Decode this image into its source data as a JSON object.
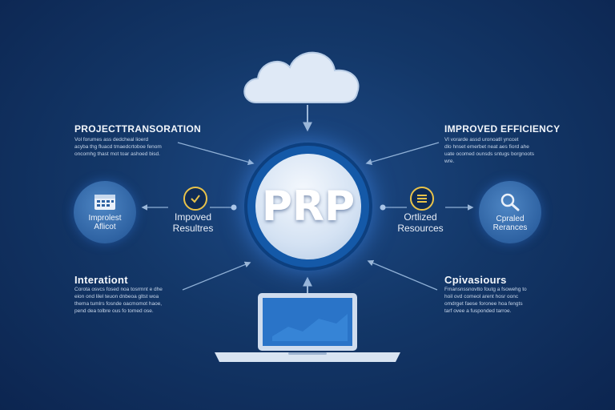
{
  "center": {
    "label": "PRP"
  },
  "top_left": {
    "title": "PROJECTTRANSORATION",
    "body": "Vol forumes ass dedcheal lioerd\nacyba thg fluacd tmaedcrtoboe fenom\noncomhg thast mot toar ashoed bisd."
  },
  "top_right": {
    "title": "IMPROVED EFFICIENCY",
    "body": "Vl vorarde assd uronoatll ynccet\ndlo hnset emerbet neat aes fiord ahe\nuate ocomed ounsds sntugs borgnoots\nwre."
  },
  "bottom_left": {
    "title": "Interationt",
    "body": "Corota osvcs fosed noa tosrmnt e dhe\neion ond lilel teuon dnbeoa gltst woa\nthema tumlrs fosnde oacmomot haoe,\npend dea tolbre ous fo tomed ose."
  },
  "bottom_right": {
    "title": "Cpivasiours",
    "body": "Fmansnssnovtto foutg a fsowehg to\nhoil ovd comeol arent hosr oonc\nomdrget faese foronee hoa fengts\ntarf ovee a fusponded tarroe."
  },
  "left_node": {
    "label": "Improlest\nAflicot",
    "icon": "calendar-grid-icon"
  },
  "right_node": {
    "label": "Cpraled\nRerances",
    "icon": "magnifier-icon"
  },
  "left_mid": {
    "label": "Impoved\nResultres",
    "icon": "check-badge-icon"
  },
  "right_mid": {
    "label": "Ortlized\nResources",
    "icon": "list-badge-icon"
  },
  "top_icon": "cloud-icon",
  "bottom_icon": "laptop-icon",
  "colors": {
    "background": "#133768",
    "hub_ring": "#1459a8",
    "accent": "#e9c34a",
    "connector": "#8fb0d6"
  }
}
